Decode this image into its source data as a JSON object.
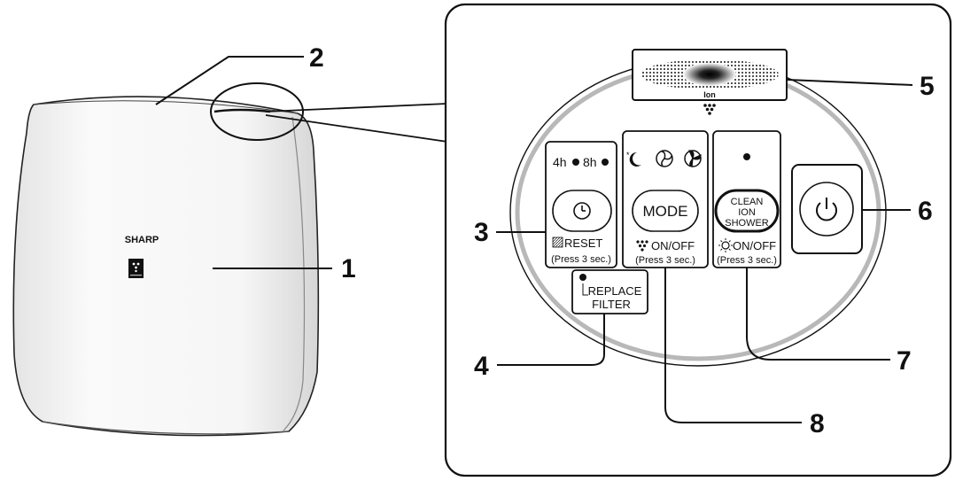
{
  "device": {
    "brand": "SHARP",
    "ion_label": "Ion"
  },
  "callouts": [
    {
      "id": "1",
      "text": "1"
    },
    {
      "id": "2",
      "text": "2"
    },
    {
      "id": "3",
      "text": "3"
    },
    {
      "id": "4",
      "text": "4"
    },
    {
      "id": "5",
      "text": "5"
    },
    {
      "id": "6",
      "text": "6"
    },
    {
      "id": "7",
      "text": "7"
    },
    {
      "id": "8",
      "text": "8"
    }
  ],
  "panel": {
    "timer": {
      "indicator_4h": "4h",
      "indicator_8h": "8h",
      "reset_label": "RESET",
      "press_note": "(Press 3 sec.)"
    },
    "replace_filter": {
      "line1": "REPLACE",
      "line2": "FILTER"
    },
    "mode": {
      "button_label": "MODE",
      "onoff_label": "ON/OFF",
      "press_note": "(Press 3 sec.)"
    },
    "clean_ion": {
      "line1": "CLEAN",
      "line2": "ION",
      "line3": "SHOWER",
      "onoff_label": "ON/OFF",
      "press_note": "(Press 3 sec.)"
    }
  }
}
